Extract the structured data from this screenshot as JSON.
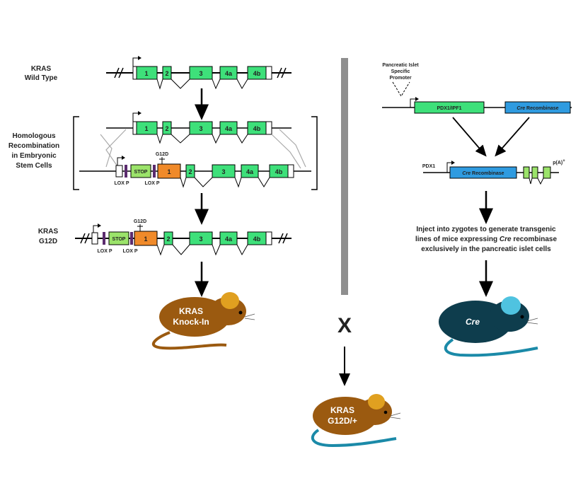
{
  "colors": {
    "exon": "#3ee07a",
    "stop": "#9be36a",
    "g12d_exon": "#f08a2a",
    "promoter_box": "#3ee07a",
    "cre_box": "#2f9be0",
    "lox": "#5b2b6e",
    "divider": "#8f8f8f",
    "mouse_brown": "#9b5a10",
    "mouse_teal": "#1b5a70"
  },
  "left": {
    "wild_type_label": [
      "KRAS",
      "Wild Type"
    ],
    "exons": [
      "1",
      "2",
      "3",
      "4a",
      "4b"
    ],
    "hr_label": [
      "Homologous",
      "Recombination",
      "in Embryonic",
      "Stem Cells"
    ],
    "stop_label": "STOP",
    "g12d_small": "G12D",
    "lox_label": "LOX P",
    "g12d_label": [
      "KRAS",
      "G12D"
    ],
    "knockin_mouse_text": [
      "KRAS",
      "Knock-In"
    ]
  },
  "right": {
    "promoter_label": [
      "Pancreatic Islet",
      "Specific",
      "Promoter"
    ],
    "pdx_box_label": "PDX1/IPF1",
    "cre_box_label_italic": "Cre",
    "cre_box_label_rest": " Recombinase",
    "pdx1_label": "PDX1",
    "polya_label": "p(A)",
    "polya_sup": "+",
    "inject_line1": "Inject into zygotes to generate transgenic",
    "inject_line2_a": "lines of mice expressing ",
    "inject_line2_italic": "Cre",
    "inject_line2_b": " recombinase",
    "inject_line3": "exclusively in the pancreatic islet cells",
    "cre_mouse_text": "Cre"
  },
  "cross_symbol": "X",
  "offspring_mouse_text": [
    "KRAS",
    "G12D/+"
  ]
}
